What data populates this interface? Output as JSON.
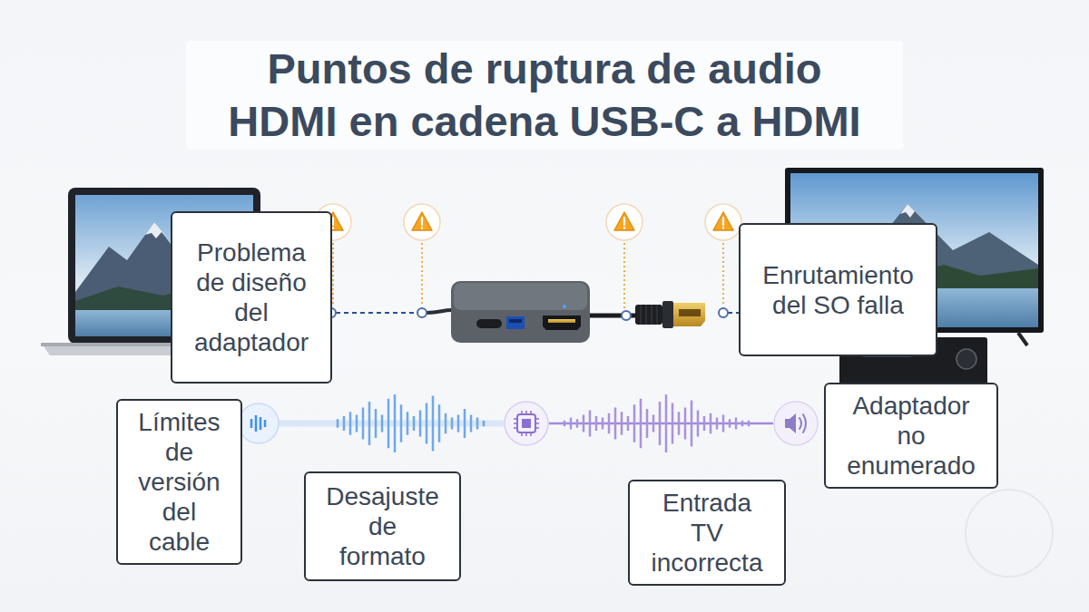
{
  "diagram": {
    "title": "Puntos de ruptura de audio HDMI en cadena USB-C a HDMI",
    "nodes": [
      {
        "text": [
          "Problema de diseño del adaptador"
        ]
      },
      {
        "text": [
          "Enrutamiento del SO falla"
        ]
      },
      {
        "text": [
          "Límites de versión del cable"
        ]
      },
      {
        "text": [
          "Adaptador no enumerado"
        ]
      },
      {
        "text": [
          "Desajuste de formato"
        ]
      },
      {
        "text": [
          "Entrada TV incorrecta"
        ]
      }
    ]
  }
}
